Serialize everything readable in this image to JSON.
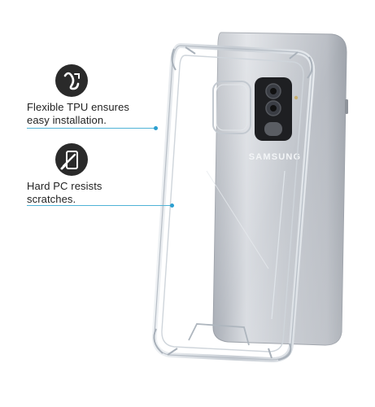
{
  "features": [
    {
      "icon": "flexible-tpu-icon",
      "lines": [
        "Flexible TPU ensures",
        "easy installation."
      ]
    },
    {
      "icon": "hard-pc-icon",
      "lines": [
        "Hard PC resists",
        "scratches."
      ]
    }
  ],
  "phone_brand_text": "SAMSUNG",
  "colors": {
    "badge": "#2a2a2a",
    "leader_line": "#4fb3d6",
    "leader_dot": "#2b9fd0",
    "caption_text": "#222222",
    "phone_body": "#c9cdd4",
    "case_edge": "#d8dde3"
  }
}
